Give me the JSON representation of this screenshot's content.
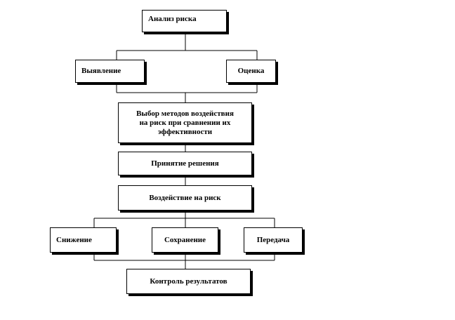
{
  "nodes": {
    "analysis": "Анализ риска",
    "detection": "Выявление",
    "estimation": "Оценка",
    "method_choice": "Выбор методов воздействия\nна риск при сравнении их\nэффективности",
    "decision": "Принятие  решения",
    "impact": "Воздействие   на риск",
    "reduction": "Снижение",
    "preservation": "Сохранение",
    "transfer": "Передача",
    "control": "Контроль  результатов"
  },
  "colors": {
    "line": "#000000",
    "box_border": "#000000",
    "box_fill": "#ffffff"
  }
}
